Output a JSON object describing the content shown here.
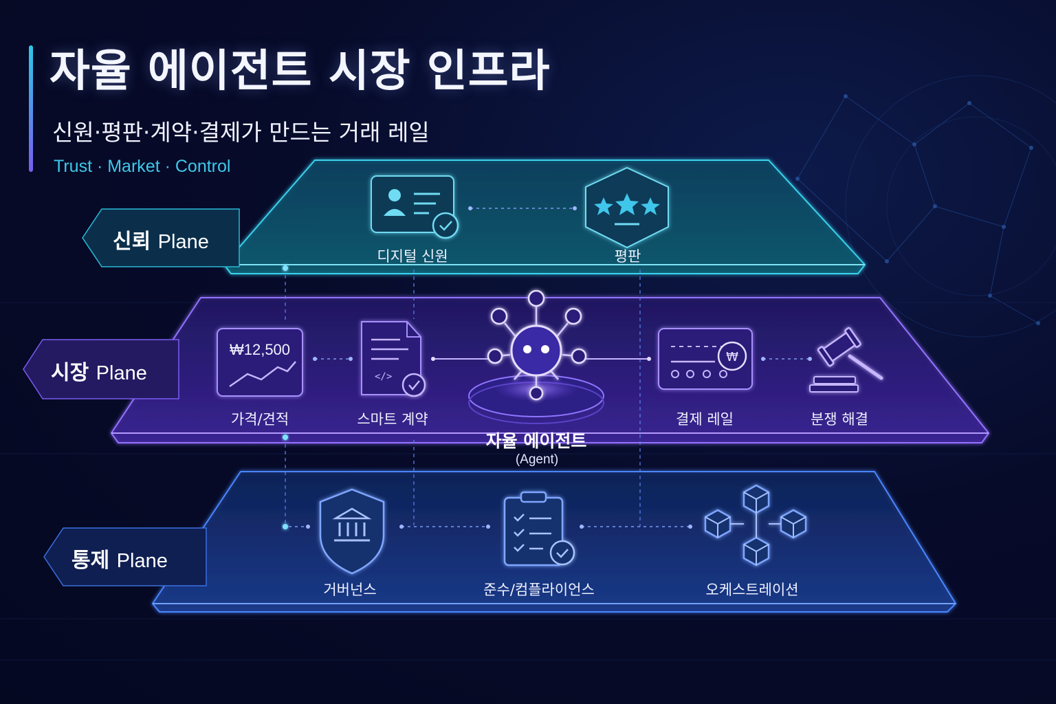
{
  "header": {
    "title": "자율 에이전트 시장 인프라",
    "subtitle": "신원·평판·계약·결제가 만드는 거래 레일",
    "tagline": "Trust · Market · Control"
  },
  "planes": {
    "trust": {
      "label_ko": "신뢰",
      "label_en": "Plane"
    },
    "market": {
      "label_ko": "시장",
      "label_en": "Plane"
    },
    "control": {
      "label_ko": "통제",
      "label_en": "Plane"
    }
  },
  "trust_items": [
    {
      "label": "디지털 신원",
      "icon": "id-card-check-icon"
    },
    {
      "label": "평판",
      "icon": "three-stars-badge-icon"
    }
  ],
  "market_items": [
    {
      "label": "가격/견적",
      "icon": "price-chart-icon",
      "value": "₩12,500"
    },
    {
      "label": "스마트 계약",
      "icon": "code-document-check-icon"
    },
    {
      "label": "결제 레일",
      "icon": "payment-rail-won-icon"
    },
    {
      "label": "분쟁 해결",
      "icon": "gavel-icon"
    }
  ],
  "agent": {
    "title": "자율 에이전트",
    "subtitle": "(Agent)",
    "icon": "network-robot-icon"
  },
  "control_items": [
    {
      "label": "거버넌스",
      "icon": "shield-institution-icon"
    },
    {
      "label": "준수/컴플라이언스",
      "icon": "clipboard-checklist-icon"
    },
    {
      "label": "오케스트레이션",
      "icon": "cube-network-icon"
    }
  ],
  "colors": {
    "trust": "#2ab8d6",
    "market": "#7b5cf0",
    "control": "#3b6fe0",
    "accent": "#3ec9ea"
  }
}
